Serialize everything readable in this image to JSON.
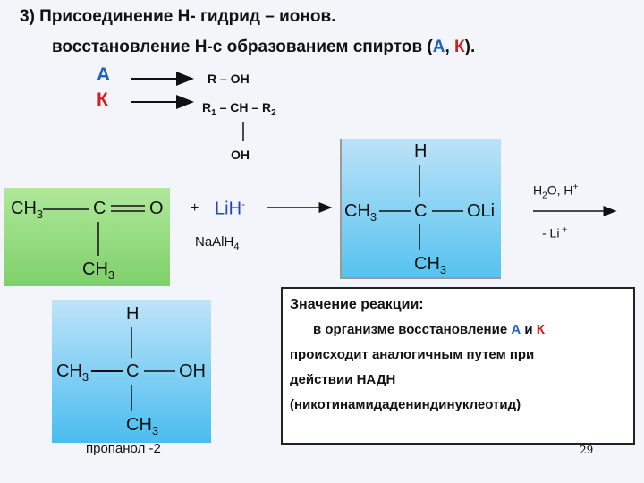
{
  "header": {
    "line1": "3)  Присоединение Н- гидрид – ионов.",
    "line2_part1": "восстановление  Н-с образованием спиртов (",
    "line2_a": "А",
    "line2_sep": ", ",
    "line2_k": "К",
    "line2_end": ")."
  },
  "scheme": {
    "a_letter": "А",
    "k_letter": "К",
    "a_product": "R – OH",
    "k_product_r1": "R",
    "k_product_mid": " – CH – R",
    "k_product_sub1": "1",
    "k_product_sub2": "2",
    "k_oh": "OH"
  },
  "reagent": {
    "plus": "+",
    "lih": "LiH",
    "lih_charge": "-",
    "naalh": "NaAlH",
    "naalh_sub": "4"
  },
  "ketone": {
    "ch3_left": "CH",
    "ch3_left_sub": "3",
    "c": "C",
    "o": "O",
    "ch3_bottom": "CH",
    "ch3_bottom_sub": "3"
  },
  "intermediate": {
    "h": "H",
    "ch3_left": "CH",
    "ch3_left_sub": "3",
    "c": "C",
    "oli": "OLi",
    "ch3_bottom": "CH",
    "ch3_bottom_sub": "3"
  },
  "hydrolysis": {
    "h2o": "H",
    "h2o_sub": "2",
    "h2o_rest": "O, H",
    "h_plus": "+",
    "li": "- Li",
    "li_plus": " +"
  },
  "product": {
    "h": "H",
    "ch3_left": "CH",
    "ch3_left_sub": "3",
    "c": "C",
    "oh": "OH",
    "ch3_bottom": "CH",
    "ch3_bottom_sub": "3",
    "name": "пропанол -2"
  },
  "note": {
    "title": "Значение реакции:",
    "line2_part1": "в организме восстановление ",
    "line2_a": "А",
    "line2_and": " и ",
    "line2_k": "К",
    "line3": "происходит  аналогичным путем при",
    "line4": "действии НАДН",
    "line5": "(никотинамидадениндинуклеотид)"
  },
  "page_number": "29",
  "colors": {
    "blue_letter": "#2060c0",
    "red_letter": "#d02020"
  }
}
